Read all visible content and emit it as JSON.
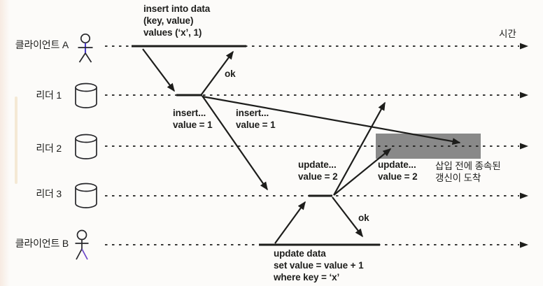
{
  "figure": {
    "time_axis_label": "시간",
    "lanes": [
      {
        "id": "client-a",
        "label": "클라이언트 A",
        "icon": "person"
      },
      {
        "id": "leader-1",
        "label": "리더 1",
        "icon": "database"
      },
      {
        "id": "leader-2",
        "label": "리더 2",
        "icon": "database"
      },
      {
        "id": "leader-3",
        "label": "리더 3",
        "icon": "database"
      },
      {
        "id": "client-b",
        "label": "클라이언트 B",
        "icon": "person"
      }
    ],
    "annotations": {
      "insert_query": "insert into data\n(key, value)\nvalues (‘x’, 1)",
      "ok_top": "ok",
      "ok_bottom": "ok",
      "insert_msg_left": "insert...\nvalue = 1",
      "insert_msg_right": "insert...\nvalue = 1",
      "update_msg_left": "update...\nvalue = 2",
      "update_msg_right": "update...\nvalue = 2",
      "highlight_note": "삽입 전에 종속된\n갱신이 도착",
      "update_query": "update data\nset value = value + 1\nwhere key = ‘x’"
    },
    "colors": {
      "background": "#fcfbf9",
      "line": "#1d1d1b",
      "highlight_box": "#8e8e8e",
      "person_accent": "#4a3ac8"
    }
  }
}
